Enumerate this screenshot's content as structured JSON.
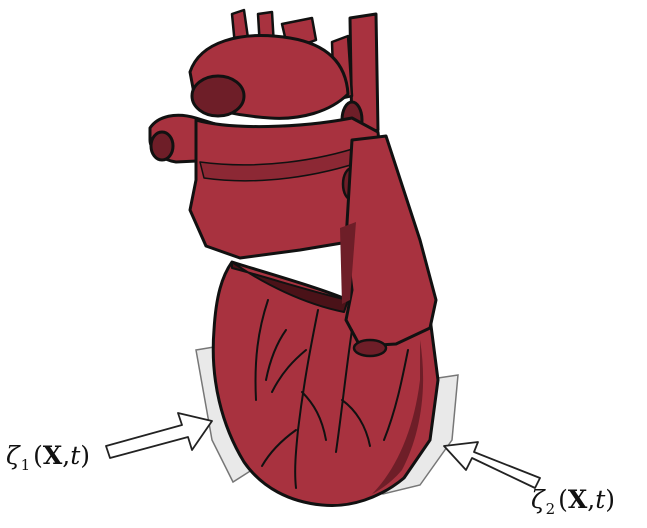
{
  "colors": {
    "heart_fill": "#a8323f",
    "heart_shadow": "#6e1e28",
    "heart_highlight": "#cf5a66",
    "outline": "#111111",
    "vessel_dark": "#4a1218",
    "pad_fill": "#e9e9e9",
    "pad_stroke": "#777777",
    "arrow_fill": "#ffffff",
    "arrow_stroke": "#222222"
  },
  "labels": {
    "left": {
      "symbol": "ζ",
      "subscript": "1",
      "open": "(",
      "bold_var": "X",
      "comma": ",",
      "italic_var": "t",
      "close": ")"
    },
    "right": {
      "symbol": "ζ",
      "subscript": "2",
      "open": "(",
      "bold_var": "X",
      "comma": ",",
      "italic_var": "t",
      "close": ")"
    }
  },
  "icons": [
    "heart-illustration",
    "left-contact-pad",
    "right-contact-pad",
    "left-arrow",
    "right-arrow"
  ]
}
